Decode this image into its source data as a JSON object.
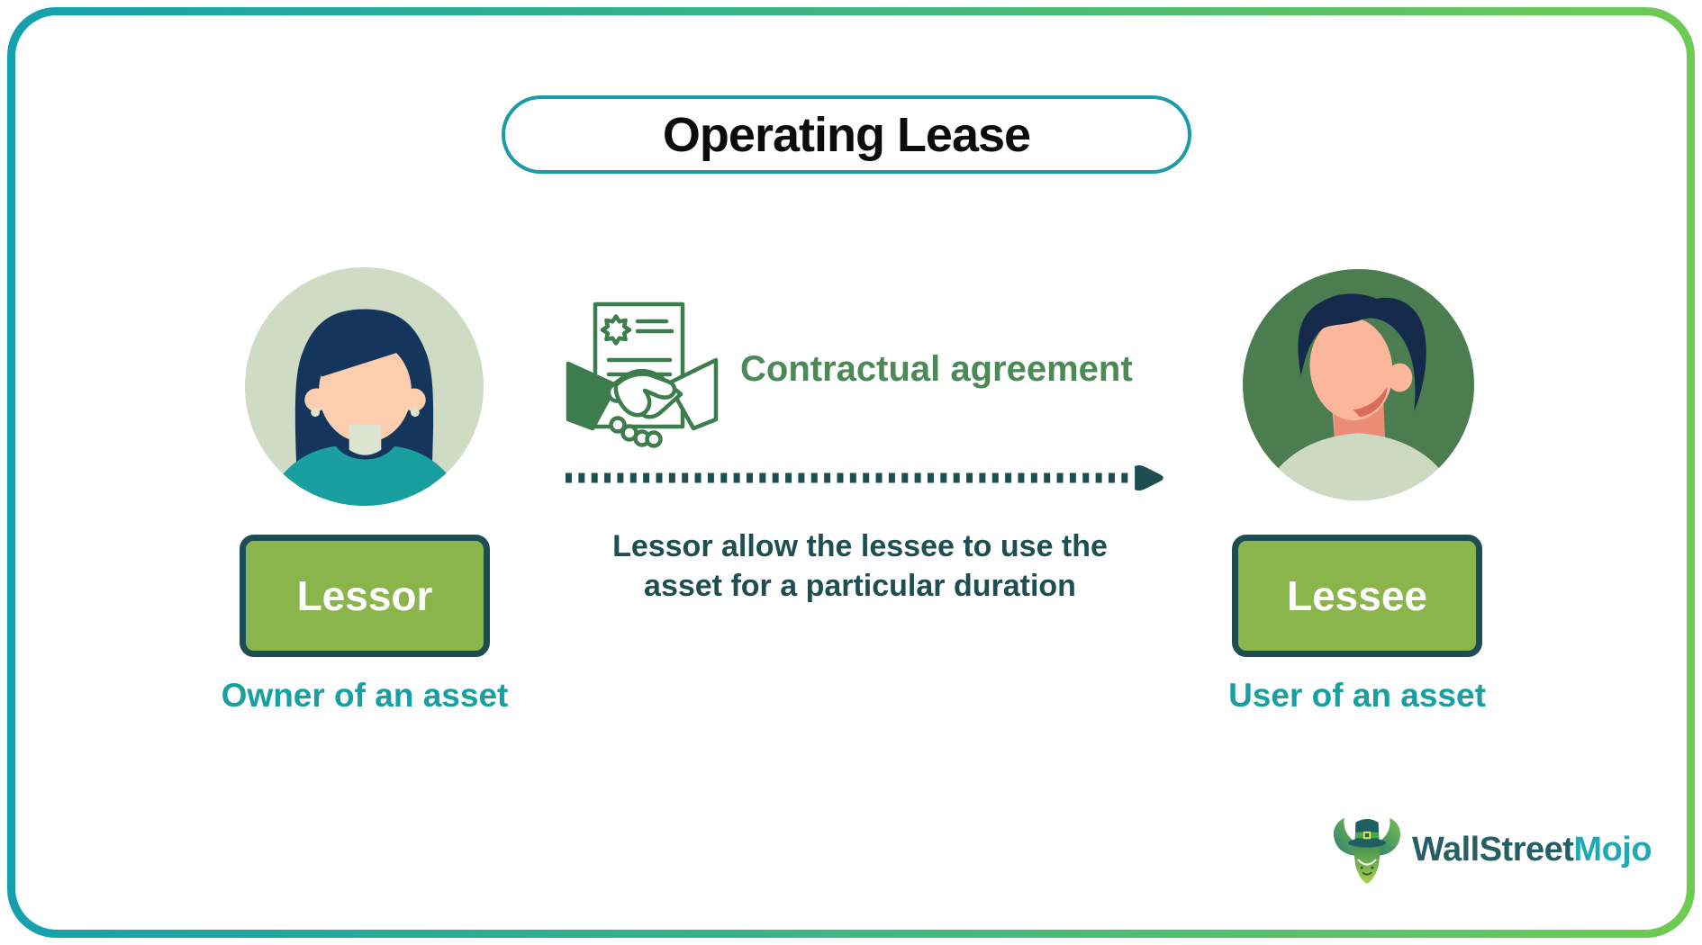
{
  "title": "Operating Lease",
  "lessor": {
    "label": "Lessor",
    "caption": "Owner of an asset",
    "avatar": "woman-avatar"
  },
  "lessee": {
    "label": "Lessee",
    "caption": "User of an asset",
    "avatar": "man-avatar"
  },
  "agreement": {
    "icon": "contract-handshake-icon",
    "label": "Contractual agreement",
    "arrow_caption_line1": "Lessor allow the lessee to use the",
    "arrow_caption_line2": "asset for a particular duration"
  },
  "logo": {
    "icon": "bull-mascot-icon",
    "text_primary": "WallStreet",
    "text_secondary": "Mojo"
  },
  "colors": {
    "frame_gradient_start": "#14a0af",
    "frame_gradient_end": "#6ecb52",
    "title_border": "#1b9aaa",
    "title_text": "#0c0c0c",
    "role_box_fill": "#8ab54d",
    "role_box_border": "#1d4d52",
    "role_box_text": "#ffffff",
    "caption_teal": "#16a0a2",
    "agreement_green": "#4b8a57",
    "icon_green": "#3d7c4d",
    "arrow_dark_teal": "#1d4f52",
    "logo_primary": "#265e66",
    "logo_secondary": "#22aab4",
    "avatar_left_bg": "#cfdcc3",
    "avatar_right_bg": "#4b7d50",
    "skin_left": "#fcceae",
    "skin_right": "#fbb69c",
    "hair_navy": "#14355c",
    "shirt_teal": "#1a9f9f",
    "shirt_sage": "#cdd9c1"
  }
}
